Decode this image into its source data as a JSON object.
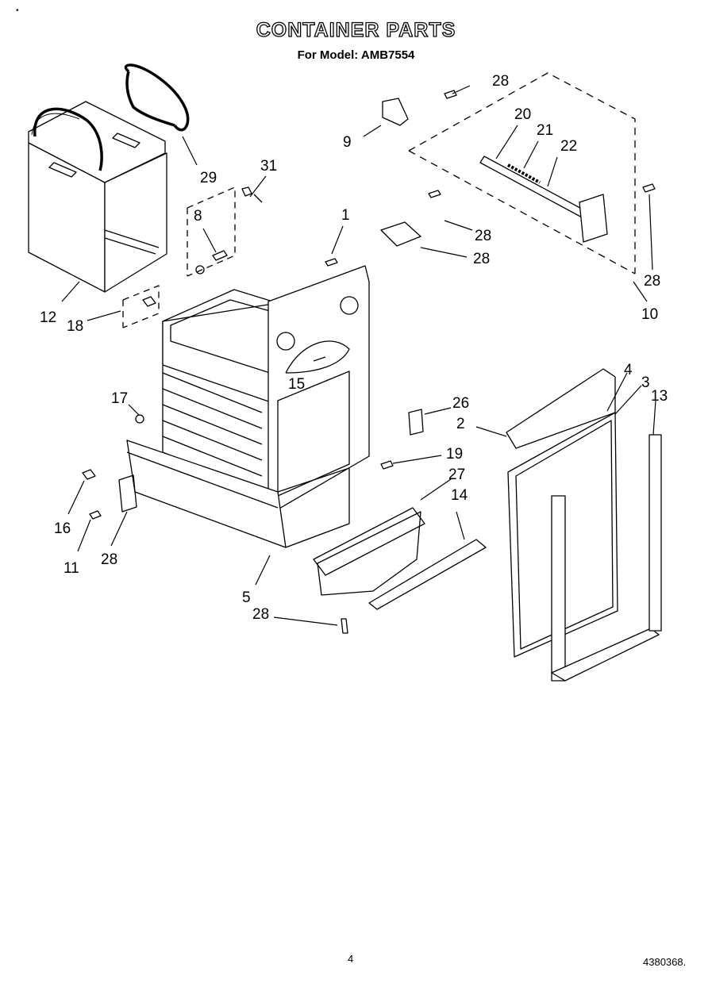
{
  "header": {
    "title": "CONTAINER PARTS",
    "subtitle": "For Model: AMB7554",
    "corner_mark": "•"
  },
  "callouts": [
    "28",
    "9",
    "20",
    "21",
    "22",
    "28",
    "1",
    "28",
    "15",
    "31",
    "8",
    "29",
    "12",
    "18",
    "10",
    "28",
    "4",
    "3",
    "13",
    "26",
    "2",
    "17",
    "19",
    "27",
    "14",
    "16",
    "11",
    "28",
    "5",
    "28"
  ],
  "footer": {
    "page_number": "4",
    "document_number": "4380368."
  }
}
